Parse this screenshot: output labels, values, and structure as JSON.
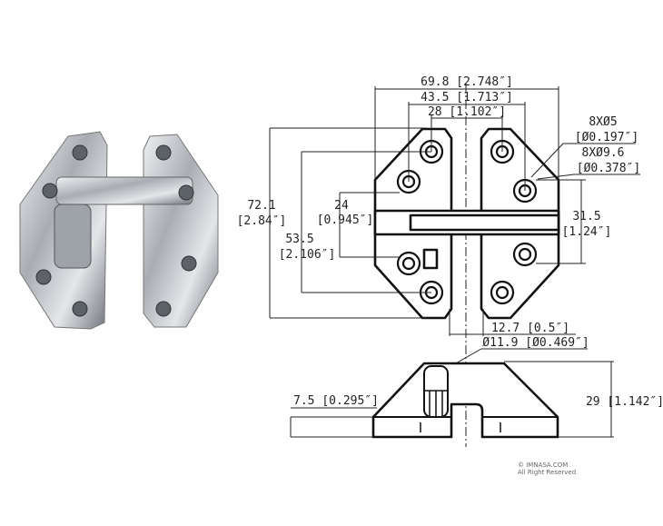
{
  "watermark": {
    "copyright": "© IMNASA.COM",
    "rights": "All Right Reserved"
  },
  "top_view": {
    "overall_width": "69.8 [2.748″]",
    "hole_spacing_outer": "43.5 [1.713″]",
    "hole_spacing_inner": "28 [1.102″]",
    "overall_height_mm": "72.1",
    "overall_height_in": "[2.84″]",
    "hole_height_mm": "53.5",
    "hole_height_in": "[2.106″]",
    "bar_width_mm": "24",
    "bar_width_in": "[0.945″]",
    "right_hole_spacing_mm": "31.5",
    "right_hole_spacing_in": "[1.24″]",
    "hole_small_count": "8XØ5",
    "hole_small_in": "[Ø0.197″]",
    "hole_large_count": "8XØ9.6",
    "hole_large_in": "[Ø0.378″]",
    "gap": "12.7 [0.5″]",
    "pin_diameter": "Ø11.9 [Ø0.469″]"
  },
  "side_view": {
    "base_thickness": "7.5 [0.295″]",
    "total_height": "29 [1.142″]"
  },
  "colors": {
    "line": "#222222",
    "metal": "#b8bcc2"
  }
}
